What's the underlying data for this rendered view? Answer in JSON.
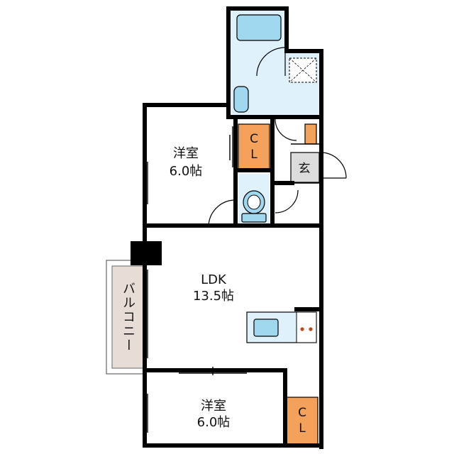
{
  "colors": {
    "wall": "#000000",
    "wet_area": "#dff1fb",
    "fixture": "#9fd8ef",
    "closet": "#f4a15c",
    "balcony": "#e7ddd6",
    "entrance": "#dcdcdc",
    "stove_knob": "#c0471e"
  },
  "rooms": {
    "western_room_top": {
      "name": "洋室",
      "size": "6.0帖"
    },
    "ldk": {
      "name": "LDK",
      "size": "13.5帖"
    },
    "western_room_bottom": {
      "name": "洋室",
      "size": "6.0帖"
    }
  },
  "closet_label": "C\nL",
  "closet_top": {
    "line1": "C",
    "line2": "L"
  },
  "closet_bottom": {
    "line1": "C",
    "line2": "L"
  },
  "entrance_label": "玄",
  "balcony_label": "バルコニー",
  "icons": [
    "bathtub-icon",
    "washbasin-icon",
    "toilet-icon",
    "kitchen-sink-icon",
    "stove-icon",
    "washer-pan-icon"
  ]
}
